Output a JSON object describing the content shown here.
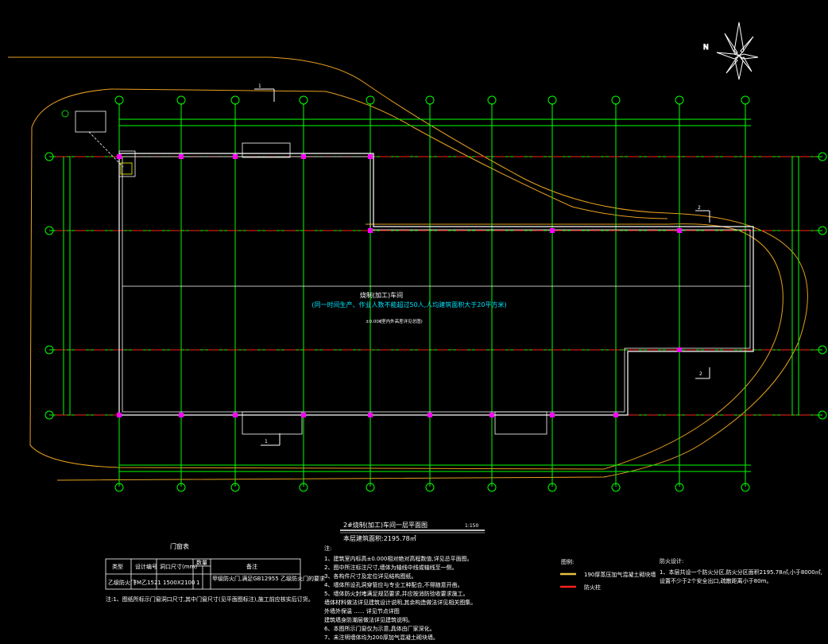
{
  "drawing": {
    "room_title": "烧制(加工)车间",
    "room_subtitle": "(同一时间生产、作业人数不能超过50人,人均建筑面积大于20平方米)",
    "elevation_label": "±0.000",
    "elevation_note": "(室内外高差详见总图)",
    "compass_label": "N",
    "plan_title": "2#烧制(加工)车间一层平面图",
    "plan_scale": "1:150",
    "area_text": "本层建筑面积:2195.78㎡",
    "section_mark_1": "1",
    "section_mark_2": "2"
  },
  "table": {
    "title": "门窗表",
    "headers": [
      "类型",
      "设计编号",
      "洞口尺寸(mm)",
      "数量",
      "备注"
    ],
    "row": [
      "乙级防火门",
      "FM乙1521",
      "1500X2100",
      "1",
      "甲级防火门,满足GB12955 乙级防火门的要求"
    ],
    "footnote": "注:1、图纸所标示门窗洞口尺寸,其中门窗尺寸(见平面图标注),施工前应核实后订货。"
  },
  "notes": {
    "heading": "注:",
    "items": [
      "1、建筑室内标高±0.000相对绝对高程数值,详见总平面图。",
      "2、图中所注标注尺寸,墙体为轴线中线或轴线至一侧。",
      "3、各构件尺寸及定位详见结构图纸。",
      "4、墙体所设孔洞穿管应与专业工种配合,不得随意开凿。",
      "5、墙体防火封堵满足规范要求,并应按消防验收要求施工。",
      "   墙体材料做法详见建筑设计说明,其余构造做法详见相关图集。",
      "   外墙外保温 ...... 详见节点详图",
      "   建筑墙身防潮层做法详见建筑说明。",
      "6、本图所示门窗仅为示意,具体由厂家深化。",
      "7、未注明墙体均为200厚加气混凝土砌块墙。"
    ]
  },
  "legend": {
    "title": "图例:",
    "items": [
      "190厚蒸压加气混凝土砌块墙",
      "防火柱"
    ]
  },
  "fire_design": {
    "title": "防火设计:",
    "items": [
      "1、本层共设一个防火分区,防火分区面积2195.78㎡,小于8000㎡,",
      "   设置不少于2个安全出口,疏散距离小于80m。"
    ]
  },
  "colors": {
    "grid": "#00ff00",
    "axis": "#ff2020",
    "wall": "#ffffff",
    "road": "#e8a020",
    "accent": "#00e5ff",
    "column": "#ff00ff",
    "hatch": "#ffff00"
  }
}
